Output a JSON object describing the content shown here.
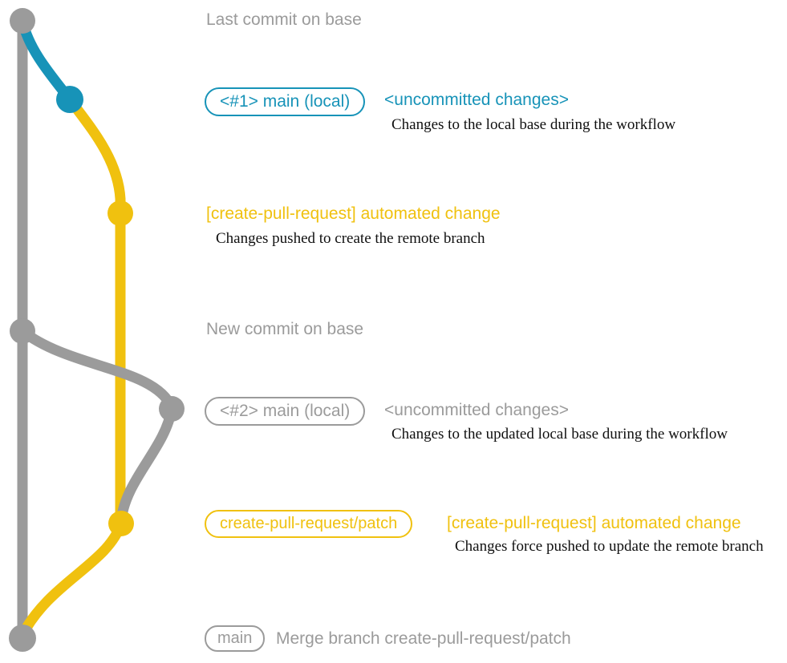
{
  "colors": {
    "gray": "#9B9B9B",
    "blue": "#1793B8",
    "gold": "#F0C10F",
    "ink": "#101010"
  },
  "headings": {
    "last_commit": "Last commit on base",
    "new_commit": "New commit on base"
  },
  "row1": {
    "badge": "<#1> main (local)",
    "annotation": "<uncommitted changes>",
    "description": "Changes to the local base during the workflow"
  },
  "row2": {
    "message": "[create-pull-request] automated change",
    "description": "Changes pushed to create the remote branch"
  },
  "row3": {
    "badge": "<#2> main (local)",
    "annotation": "<uncommitted changes>",
    "description": "Changes to the updated local base during the workflow"
  },
  "row4": {
    "badge": "create-pull-request/patch",
    "message": "[create-pull-request] automated change",
    "description": "Changes force pushed to update the remote branch"
  },
  "row5": {
    "badge": "main",
    "message": "Merge branch create-pull-request/patch"
  },
  "graph": {
    "commits": [
      {
        "name": "base-1",
        "color": "gray"
      },
      {
        "name": "local-main-1",
        "color": "blue"
      },
      {
        "name": "remote-branch-1",
        "color": "gold"
      },
      {
        "name": "base-2",
        "color": "gray"
      },
      {
        "name": "local-main-2",
        "color": "gray"
      },
      {
        "name": "remote-branch-2",
        "color": "gold"
      },
      {
        "name": "merge-into-main",
        "color": "gray"
      }
    ]
  }
}
